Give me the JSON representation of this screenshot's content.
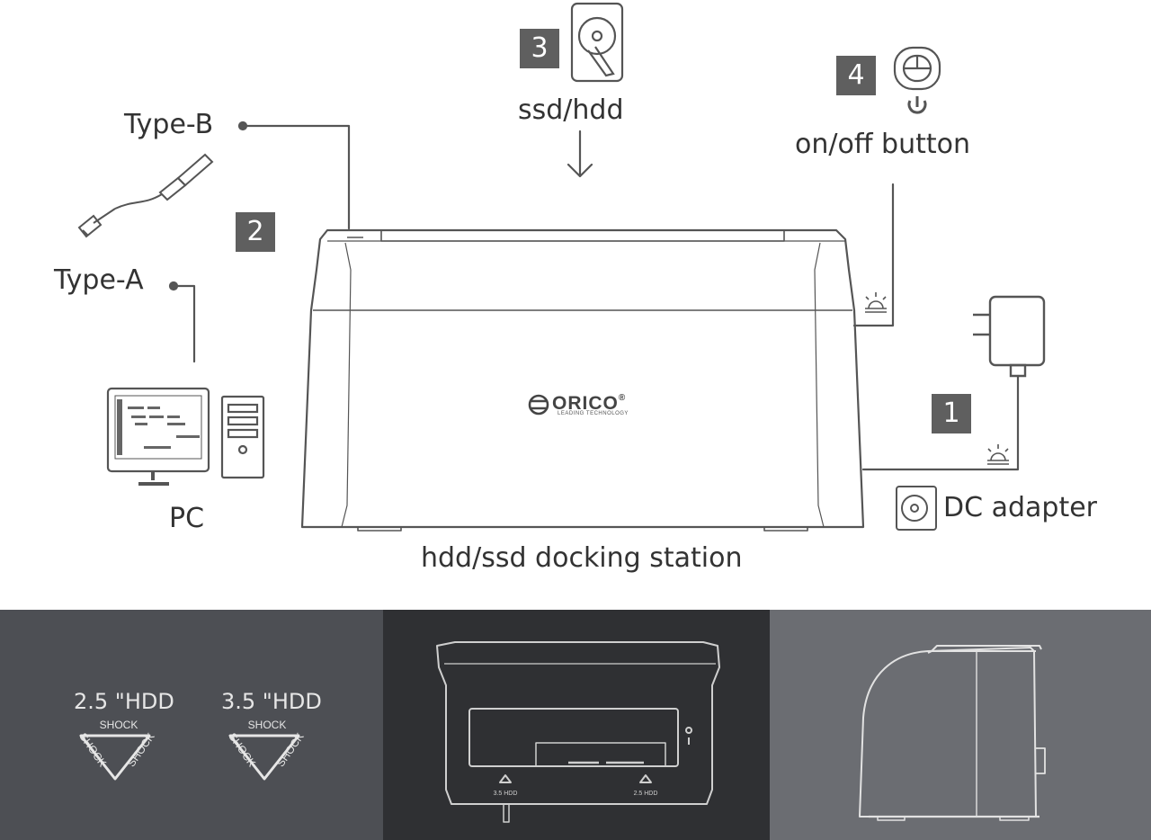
{
  "labels": {
    "type_b": "Type-B",
    "type_a": "Type-A",
    "pc": "PC",
    "ssd_hdd": "ssd/hdd",
    "on_off": "on/off  button",
    "dc_adapter": "DC adapter",
    "dock": "hdd/ssd docking station"
  },
  "steps": {
    "one": "1",
    "two": "2",
    "three": "3",
    "four": "4"
  },
  "brand": {
    "name": "ORICO",
    "tagline": "LEADING TECHNOLOGY",
    "mark": "®"
  },
  "shock_badges": [
    {
      "title": "2.5 \"HDD",
      "word": "SHOCK"
    },
    {
      "title": "3.5 \"HDD",
      "word": "SHOCK"
    }
  ],
  "front_panel": {
    "slot_left": "3.5 HDD",
    "slot_right": "2.5 HDD"
  },
  "colors": {
    "line": "#555555",
    "badge": "#5f5f5f",
    "panel_left": "#4d4f54",
    "panel_mid": "#2f3033",
    "panel_right": "#6b6d72"
  }
}
